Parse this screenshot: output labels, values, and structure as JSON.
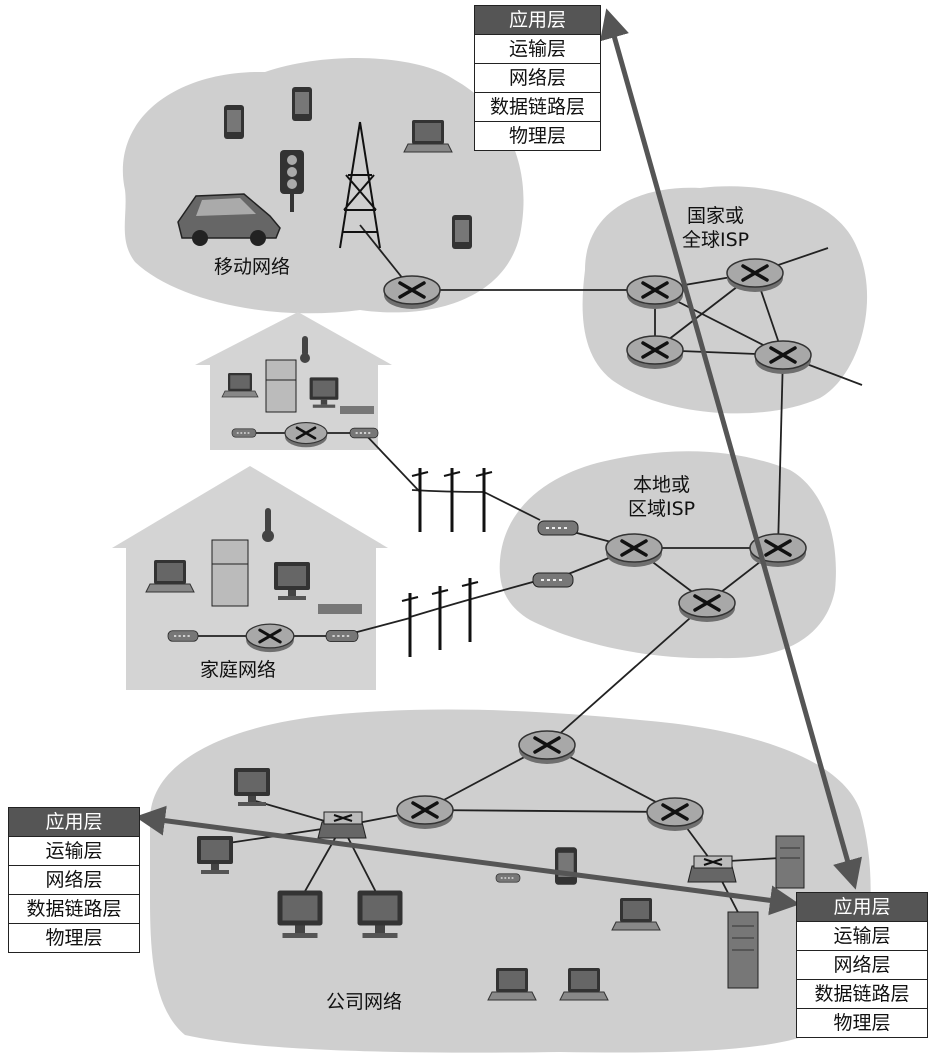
{
  "network_labels": {
    "mobile": "移动网络",
    "global_isp": [
      "国家或",
      "全球ISP"
    ],
    "regional_isp": [
      "本地或",
      "区域ISP"
    ],
    "home": "家庭网络",
    "enterprise": "公司网络"
  },
  "protocol_stacks": [
    {
      "id": "top",
      "layers": [
        "应用层",
        "运输层",
        "网络层",
        "数据链路层",
        "物理层"
      ]
    },
    {
      "id": "left",
      "layers": [
        "应用层",
        "运输层",
        "网络层",
        "数据链路层",
        "物理层"
      ]
    },
    {
      "id": "right",
      "layers": [
        "应用层",
        "运输层",
        "网络层",
        "数据链路层",
        "物理层"
      ]
    }
  ],
  "colors": {
    "cloud": "#cfcfcf",
    "house": "#d4d4d4",
    "arrow": "#555555",
    "router": "#9a9a9a",
    "line": "#222222"
  }
}
